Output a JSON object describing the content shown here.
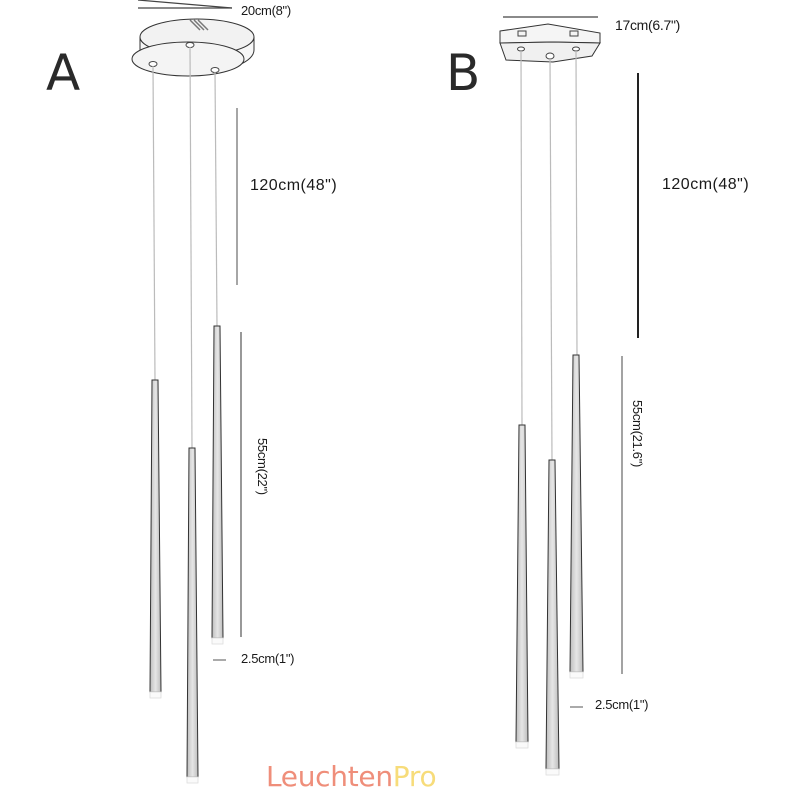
{
  "variants": [
    {
      "label": "A",
      "canopy_shape": "round",
      "dimensions": {
        "canopy_width": "20cm(8\")",
        "cable_length": "120cm(48\")",
        "pendant_length": "55cm(22\")",
        "pendant_diameter": "2.5cm(1\")"
      }
    },
    {
      "label": "B",
      "canopy_shape": "rectangular",
      "dimensions": {
        "canopy_width": "17cm(6.7\")",
        "cable_length": "120cm(48\")",
        "pendant_length": "55cm(21.6\")",
        "pendant_diameter": "2.5cm(1\")"
      }
    }
  ],
  "brand": {
    "part1": "Leuchten",
    "part2": "Pro",
    "color1": "#ef8e7a",
    "color2": "#f7dc7a"
  },
  "colors": {
    "line": "#333333",
    "cable": "#bbbbbb",
    "pendant_fill": "#d6d6d6"
  }
}
